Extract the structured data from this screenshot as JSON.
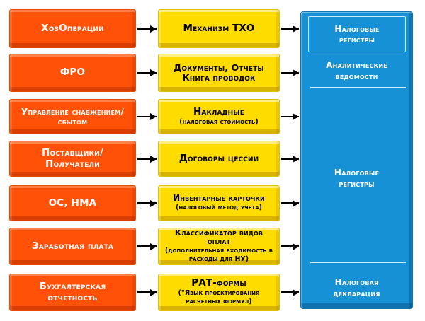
{
  "rows": [
    {
      "source": "ХозОперации",
      "mid": {
        "title": "Механизм ТХО",
        "title2": "",
        "sub": ""
      }
    },
    {
      "source": "ФРО",
      "mid": {
        "title": "Документы, Отчеты",
        "title2": "Книга проводок",
        "sub": ""
      }
    },
    {
      "source": "Управление снабжением/сбытом",
      "mid": {
        "title": "Накладные",
        "title2": "",
        "sub": "(налоговая стоимость)"
      }
    },
    {
      "source": "Поставщики/ Получатели",
      "mid": {
        "title": "Договоры цессии",
        "title2": "",
        "sub": ""
      }
    },
    {
      "source": "ОС, НМА",
      "mid": {
        "title": "Инвентарные карточки",
        "title2": "",
        "sub": "(налоговый метод учета)"
      }
    },
    {
      "source": "Заработная плата",
      "mid": {
        "title": "Классификатор видов оплат",
        "title2": "",
        "sub": "(дополнительная входимость в расходы для НУ)"
      }
    },
    {
      "source": "Бухгалтерская отчетность",
      "mid": {
        "title": "РАТ-формы",
        "title2": "",
        "sub": "(\"Язык проектирования расчетных формул)"
      }
    }
  ],
  "panel": {
    "registers_top": "Налоговые регистры",
    "analytic": "Аналитические ведомости",
    "registers_main": "Налоговые регистры",
    "declaration": "Налоговая декларация"
  },
  "palette": {
    "source_box": "#ff5208",
    "artifact_box": "#ffdc00",
    "output_panel": "#1791d6",
    "arrow": "#000000",
    "text_on_orange": "#ffffff",
    "text_on_yellow": "#000000",
    "text_on_blue": "#ffffff"
  }
}
